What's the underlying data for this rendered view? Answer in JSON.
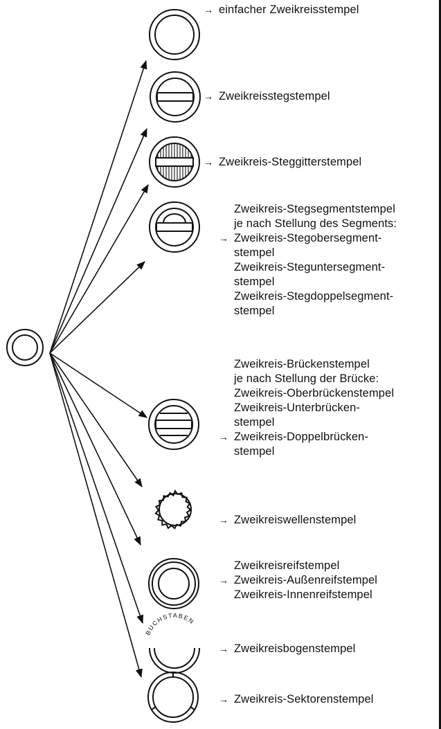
{
  "labels": {
    "einfach": "einfacher Zweikreisstempel",
    "steg": "Zweikreisstegstempel",
    "steggitter": "Zweikreis-Steggitterstempel",
    "stegsegment_title": "Zweikreis-Stegsegmentstempel",
    "stegsegment_sub": "je nach Stellung des Segments:",
    "stegobersegment_1": "Zweikreis-Stegobersegment-",
    "stegobersegment_2": "stempel",
    "stegunter_1": "Zweikreis-Steguntersegment-",
    "stegunter_2": "stempel",
    "stegdoppel_1": "Zweikreis-Stegdoppelsegment-",
    "stegdoppel_2": "stempel",
    "bruecke_title": "Zweikreis-Brückenstempel",
    "bruecke_sub": "je nach Stellung der Brücke:",
    "oberbruecke": "Zweikreis-Oberbrückenstempel",
    "unterbruecke_1": "Zweikreis-Unterbrücken-",
    "unterbruecke_2": "stempel",
    "doppelbruecke_1": "Zweikreis-Doppelbrücken-",
    "doppelbruecke_2": "stempel",
    "wellen": "Zweikreiswellenstempel",
    "reif": "Zweikreisreifstempel",
    "aussenreif": "Zweikreis-Außenreifstempel",
    "innenreif": "Zweikreis-Innenreifstempel",
    "bogen": "Zweikreisbogenstempel",
    "sektoren": "Zweikreis-Sektorenstempel",
    "bogen_stamp_text": "BUCHSTABEN"
  }
}
